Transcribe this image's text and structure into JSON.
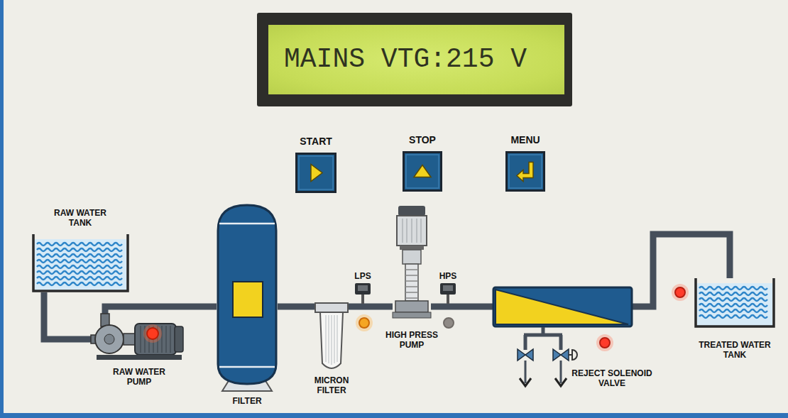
{
  "diagram": {
    "nodes": [
      {
        "text": [
          "MAINS VTG:215 V"
        ]
      },
      {
        "text": [
          "START"
        ]
      },
      {
        "text": [
          "STOP"
        ]
      },
      {
        "text": [
          "MENU"
        ]
      },
      {
        "text": [
          "RAW WATER TANK"
        ]
      },
      {
        "text": [
          "RAW WATER PUMP"
        ]
      },
      {
        "text": [
          "FILTER"
        ]
      },
      {
        "text": [
          "MICRON FILTER"
        ]
      },
      {
        "text": [
          "HIGH PRESS PUMP"
        ]
      },
      {
        "text": [
          "REJECT SOLENOID VALVE"
        ]
      },
      {
        "text": [
          "TREATED WATER TANK"
        ]
      }
    ],
    "edges": [
      {
        "from": 4,
        "to": 5,
        "arrow": "none"
      },
      {
        "from": 5,
        "to": 6,
        "arrow": "none"
      },
      {
        "from": 6,
        "to": 7,
        "arrow": "none"
      },
      {
        "from": 7,
        "to": 8,
        "arrow": "none"
      },
      {
        "from": 8,
        "to": 10,
        "arrow": "none"
      }
    ],
    "labels": [
      "LPS",
      "HPS"
    ]
  }
}
